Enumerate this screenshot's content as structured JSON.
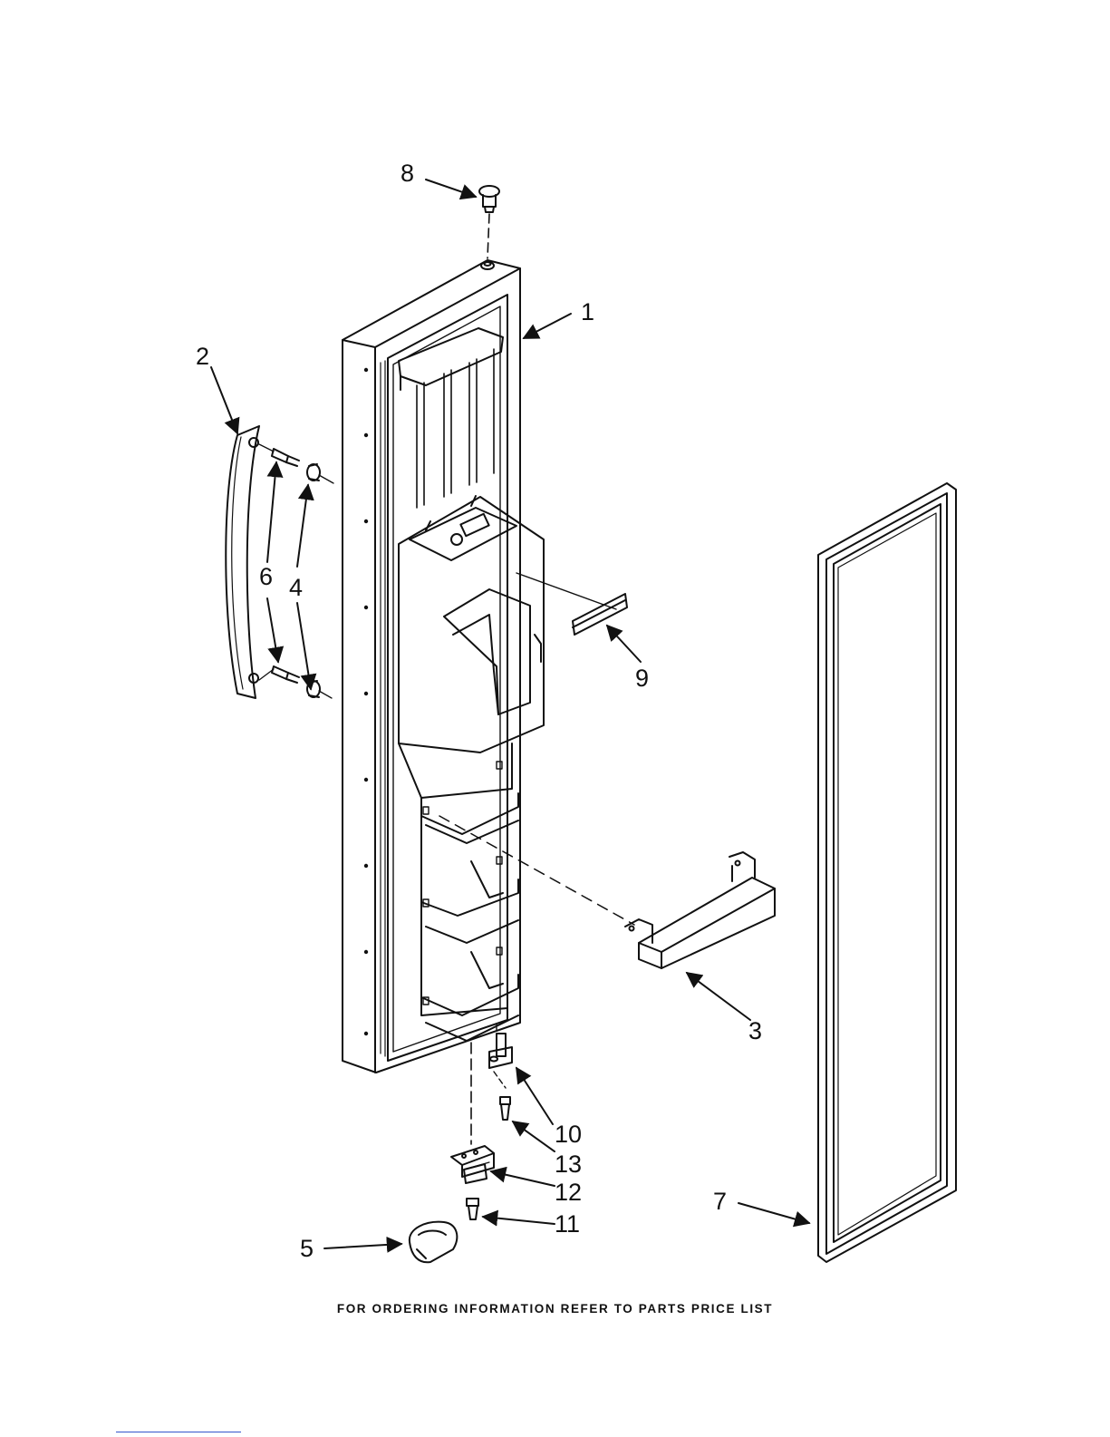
{
  "callouts": {
    "c1": "1",
    "c2": "2",
    "c3": "3",
    "c4": "4",
    "c5": "5",
    "c6": "6",
    "c7": "7",
    "c8": "8",
    "c9": "9",
    "c10": "10",
    "c11": "11",
    "c12": "12",
    "c13": "13"
  },
  "footer": {
    "text": "FOR ORDERING INFORMATION REFER TO PARTS PRICE LIST"
  }
}
